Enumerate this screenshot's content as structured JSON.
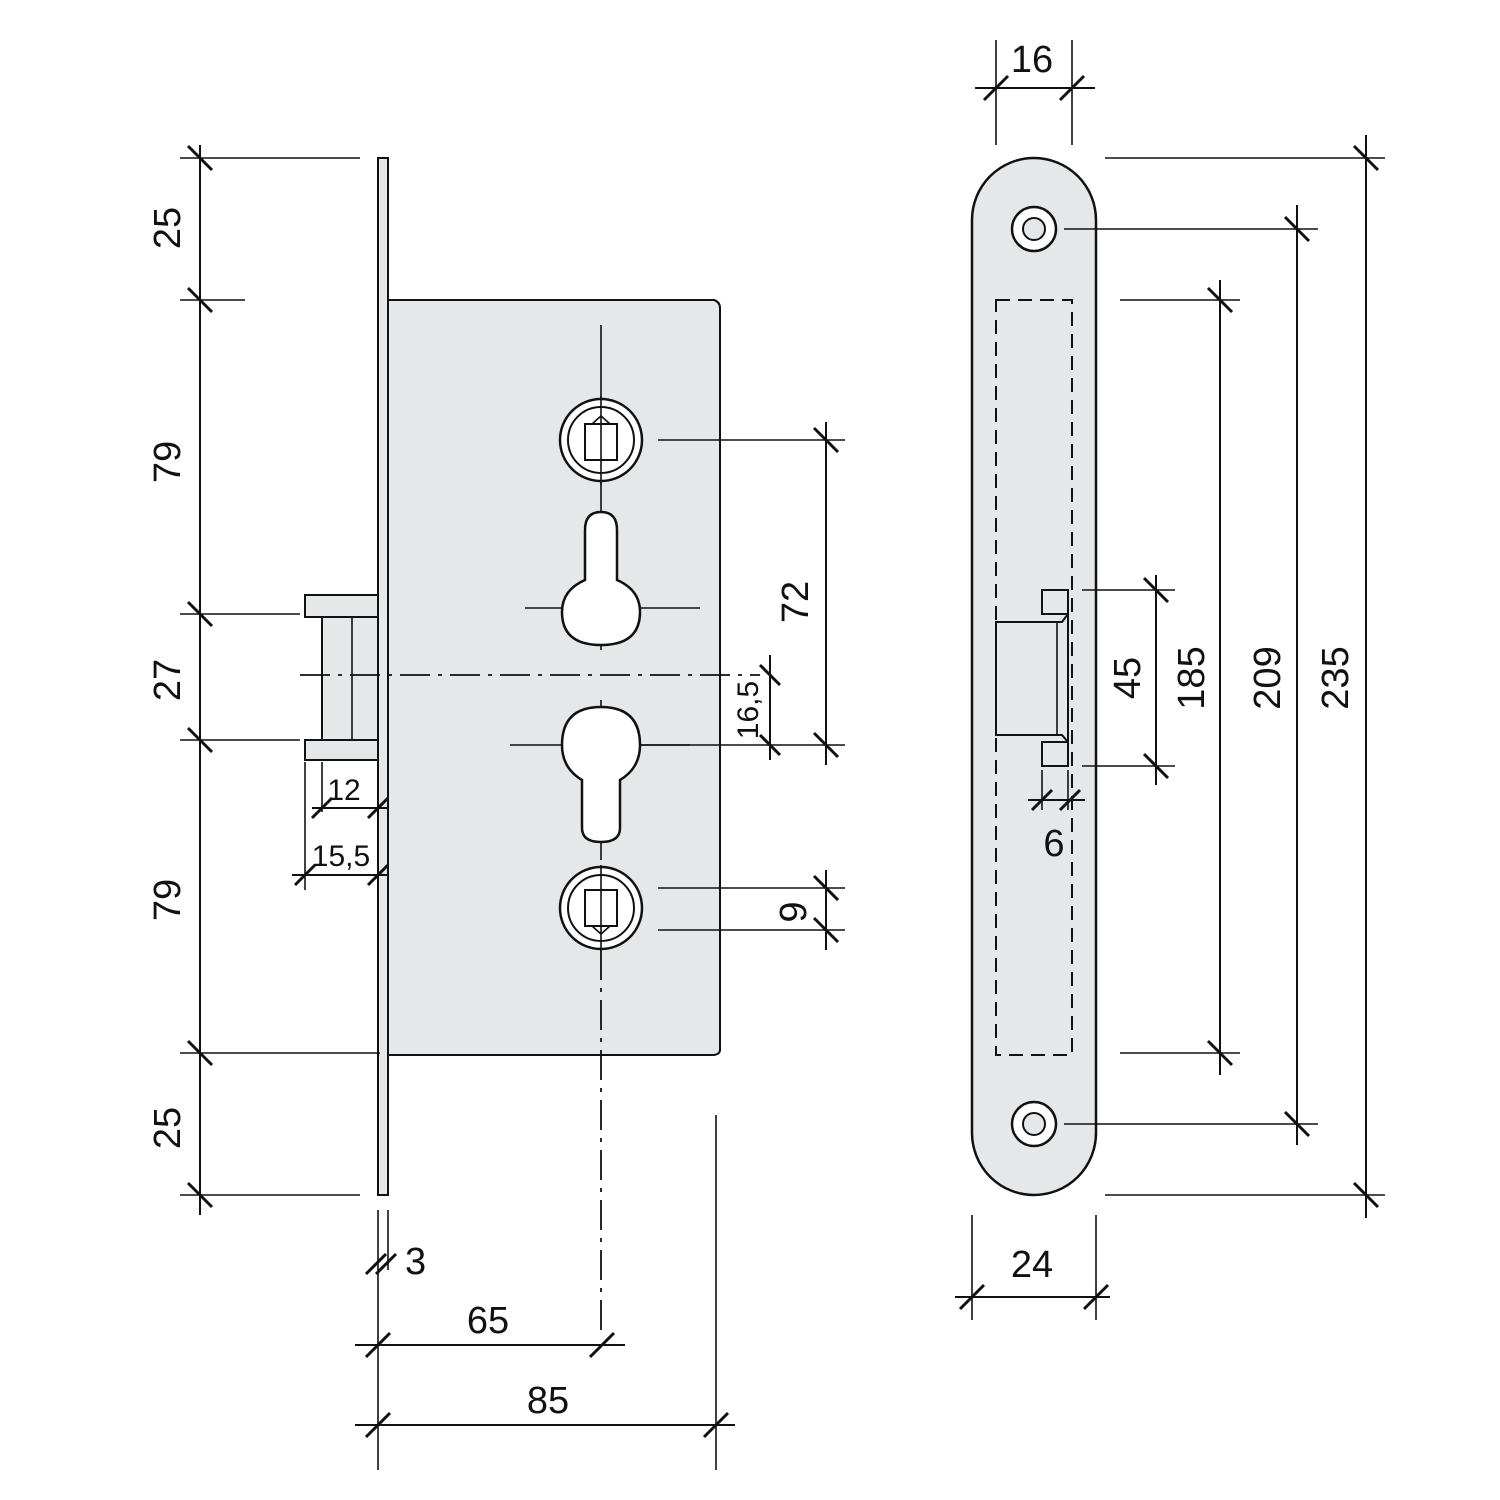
{
  "dimensions": {
    "left_25_top": "25",
    "left_79_top": "79",
    "left_27": "27",
    "left_79_bottom": "79",
    "left_25_bottom": "25",
    "latch_12": "12",
    "latch_15_5": "15,5",
    "faceplate_3": "3",
    "backset_65": "65",
    "depth_85": "85",
    "spindle_72": "72",
    "offset_16_5": "16,5",
    "square_9": "9",
    "front_16": "16",
    "front_24": "24",
    "latch_45": "45",
    "latch_6": "6",
    "height_185": "185",
    "height_209": "209",
    "height_235": "235"
  },
  "colors": {
    "body_fill": "#e6e7e9",
    "line": "#111111"
  }
}
